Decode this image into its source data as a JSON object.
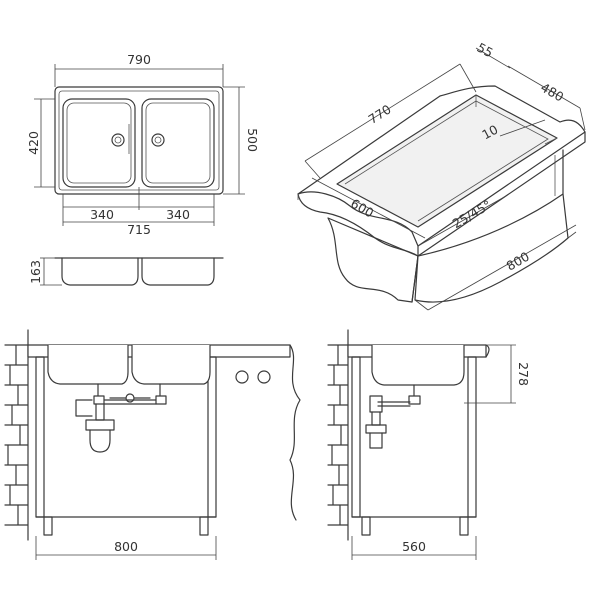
{
  "dimensions": {
    "top_width": "790",
    "top_depth": "500",
    "inner_depth": "420",
    "bowl_left": "340",
    "bowl_right": "340",
    "bowl_span": "715",
    "bowl_height": "163",
    "iso_length": "770",
    "iso_rim": "55",
    "iso_depth": "480",
    "iso_edge": "10",
    "iso_width": "600",
    "iso_thickness": "25/45°",
    "iso_cabinet_depth": "800",
    "front_cabinet_width": "800",
    "side_drop": "278",
    "side_cabinet_depth": "560"
  },
  "colors": {
    "line": "#3a3a3a",
    "background": "#ffffff"
  }
}
